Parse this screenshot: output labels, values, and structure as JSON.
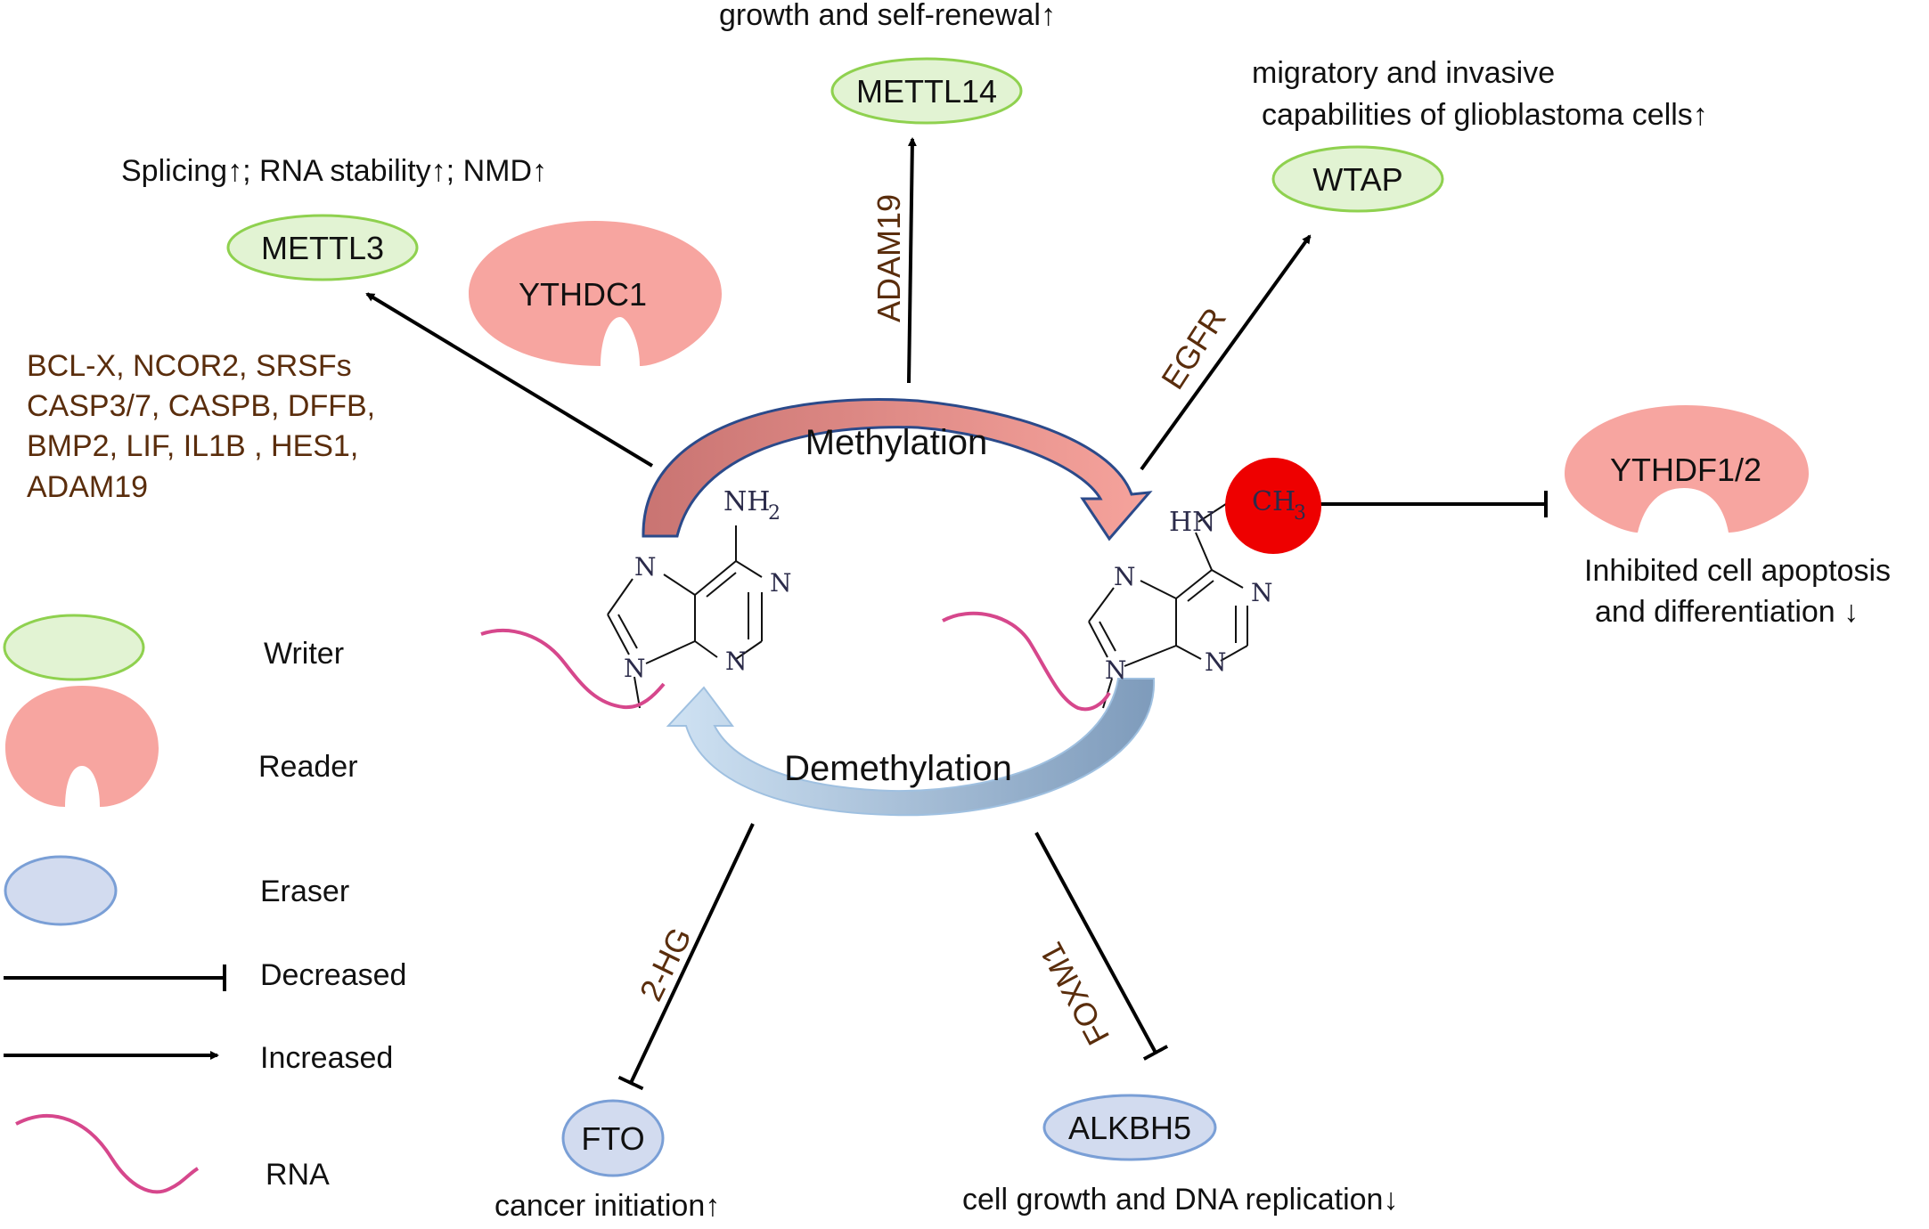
{
  "writers": {
    "mettl3": "METTL3",
    "mettl14": "METTL14",
    "wtap": "WTAP"
  },
  "readers": {
    "ythdc1": "YTHDC1",
    "ythdf12": "YTHDF1/2"
  },
  "erasers": {
    "fto": "FTO",
    "alkbh5": "ALKBH5"
  },
  "effects": {
    "mettl3": "Splicing↑; RNA stability↑; NMD↑",
    "mettl14": "growth and self-renewal↑",
    "wtap_line1": "migratory and invasive",
    "wtap_line2": "capabilities of glioblastoma cells↑",
    "ythdf_line1": "Inhibited cell apoptosis",
    "ythdf_line2": "and differentiation ↓",
    "fto": "cancer initiation↑",
    "alkbh5": "cell growth and DNA replication↓"
  },
  "targets": {
    "mettl3_lines": [
      "BCL-X, NCOR2, SRSFs",
      "CASP3/7, CASPB, DFFB,",
      "BMP2, LIF, IL1B , HES1,",
      "ADAM19"
    ],
    "mettl14": "ADAM19",
    "wtap": "EGFR",
    "fto": "2-HG",
    "alkbh5": "FOXM1"
  },
  "cycle": {
    "methylation": "Methylation",
    "demethylation": "Demethylation"
  },
  "molecule": {
    "nh2_main": "NH",
    "nh2_sub": "2",
    "hn": "HN",
    "ch3_main": "CH",
    "ch3_sub": "3",
    "n": "N"
  },
  "legend": {
    "writer": "Writer",
    "reader": "Reader",
    "eraser": "Eraser",
    "decreased": "Decreased",
    "increased": "Increased",
    "rna": "RNA"
  },
  "colors": {
    "writer_fill": "#e2f3d3",
    "writer_stroke": "#8fd14f",
    "reader_fill": "#f7a5a0",
    "eraser_fill": "#d2dbef",
    "eraser_stroke": "#7a9fd6",
    "rna": "#d6478c",
    "methyl": "#ee0000",
    "methylation_arrow": "#c97472",
    "demethylation_arrow": "#b8d3ea"
  }
}
